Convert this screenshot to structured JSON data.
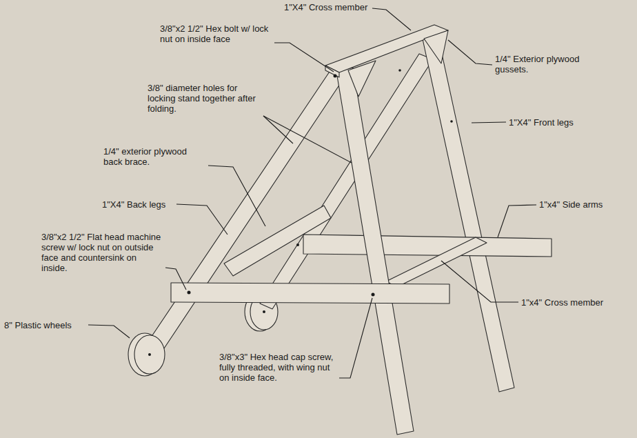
{
  "diagram": {
    "labels": [
      "1\"X4\" Cross member",
      "3/8\"x2 1/2\" Hex bolt w/ lock nut on inside face",
      "1/4\" Exterior plywood gussets.",
      "3/8\" diameter holes for locking stand together after folding.",
      "1\"X4\" Front legs",
      "1/4\" exterior plywood back brace.",
      "1\"X4\" Back legs",
      "1\"x4\" Side arms",
      "3/8\"x2 1/2\" Flat head machine screw w/ lock nut on outside face and countersink on inside.",
      "1\"x4\" Cross member",
      "8\" Plastic wheels",
      "3/8\"x3\" Hex head cap screw, fully threaded, with wing nut on inside face."
    ]
  }
}
